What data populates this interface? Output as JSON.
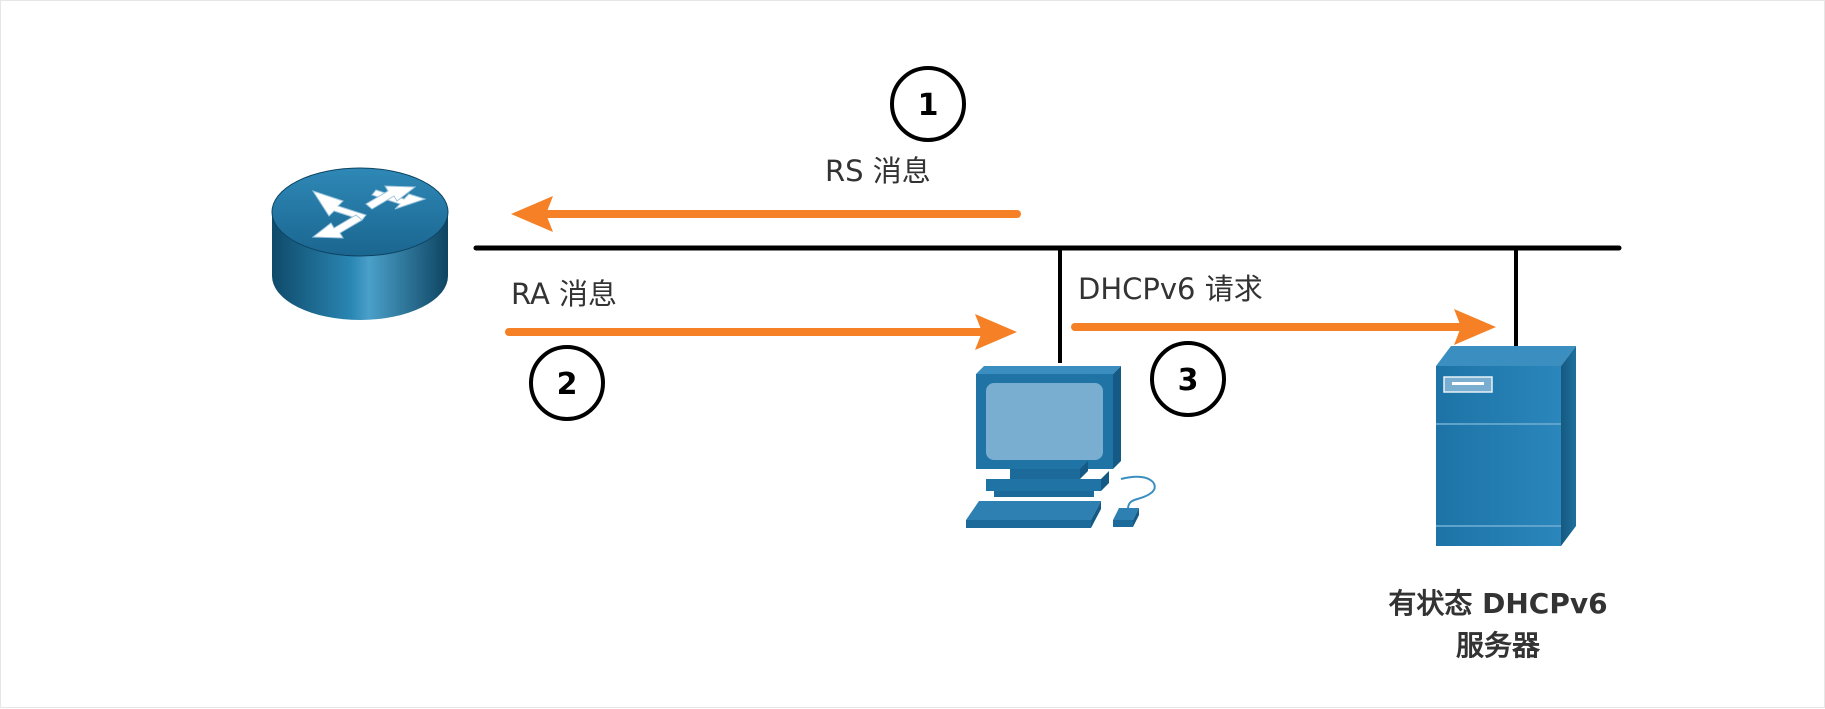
{
  "steps": [
    {
      "number": "1",
      "label": "RS 消息"
    },
    {
      "number": "2",
      "label": "RA 消息"
    },
    {
      "number": "3",
      "label": "DHCPv6 请求"
    }
  ],
  "server": {
    "caption_line1": "有状态 DHCPv6",
    "caption_line2": "服务器"
  },
  "colors": {
    "arrow": "#F58025",
    "network_line": "#000000",
    "device_blue": "#1F6E9C"
  },
  "icons": {
    "router": "router-icon",
    "pc": "pc-icon",
    "server": "server-icon"
  }
}
